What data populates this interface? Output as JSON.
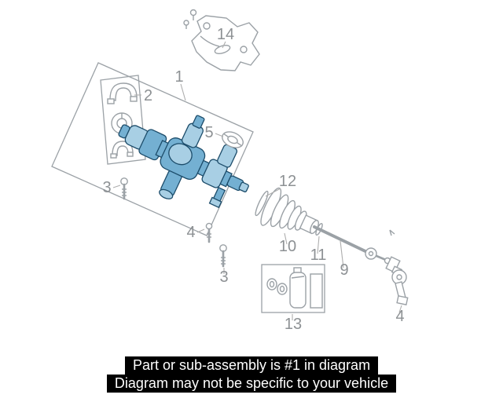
{
  "diagram": {
    "callouts": {
      "n1": "1",
      "n2": "2",
      "n3a": "3",
      "n3b": "3",
      "n4a": "4",
      "n4b": "4",
      "n5": "5",
      "n9": "9",
      "n10": "10",
      "n11": "11",
      "n12": "12",
      "n13": "13",
      "n14": "14"
    }
  },
  "banner": {
    "line1": "Part or sub-assembly is #1 in diagram",
    "line2": "Diagram may not be specific to your vehicle"
  },
  "colors": {
    "highlight_fill": "#74b0d2",
    "highlight_fill_light": "#a8cfe4",
    "highlight_stroke": "#1c4c6a",
    "part_line": "#9ba1a6",
    "label_text": "#8d9194",
    "banner_bg": "#000000",
    "banner_text": "#ffffff",
    "background": "#ffffff"
  }
}
